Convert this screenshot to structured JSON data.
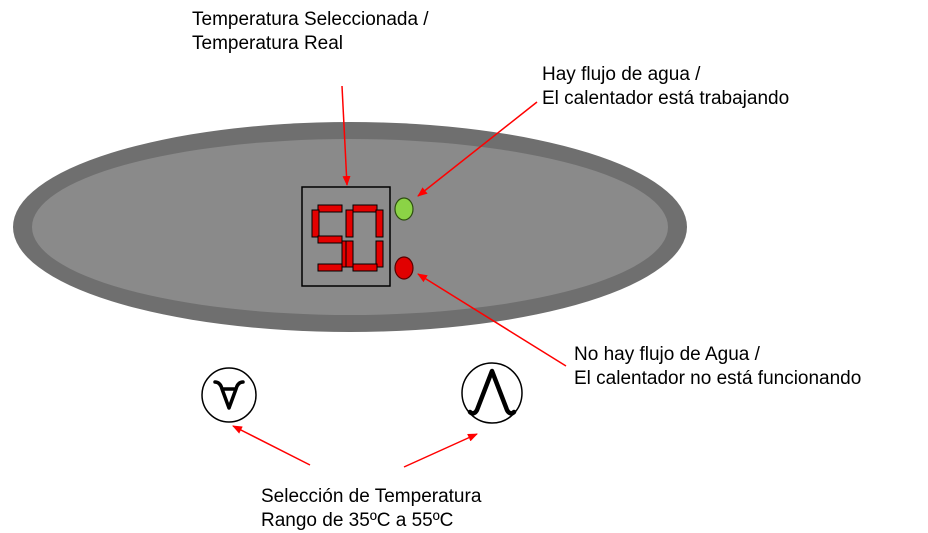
{
  "display": {
    "value": "50",
    "segment_color": "#e40000"
  },
  "leds": {
    "green_color": "#8bd346",
    "red_color": "#e10000"
  },
  "labels": {
    "selected_temp": [
      "Temperatura Seleccionada /",
      "Temperatura Real"
    ],
    "water_flow": [
      "Hay flujo de agua /",
      "El calentador está trabajando"
    ],
    "no_water_flow": [
      "No hay flujo de Agua /",
      "El calentador no está funcionando"
    ],
    "temp_selection": [
      "Selección de Temperatura",
      "Rango de 35ºC a 55ºC"
    ]
  },
  "buttons": {
    "down": {
      "icon": "chevron-down-icon"
    },
    "up": {
      "icon": "chevron-up-icon"
    }
  },
  "colors": {
    "panel_outer": "#6e6e6e",
    "panel_inner": "#8a8a8a",
    "arrow": "#ff0000"
  }
}
